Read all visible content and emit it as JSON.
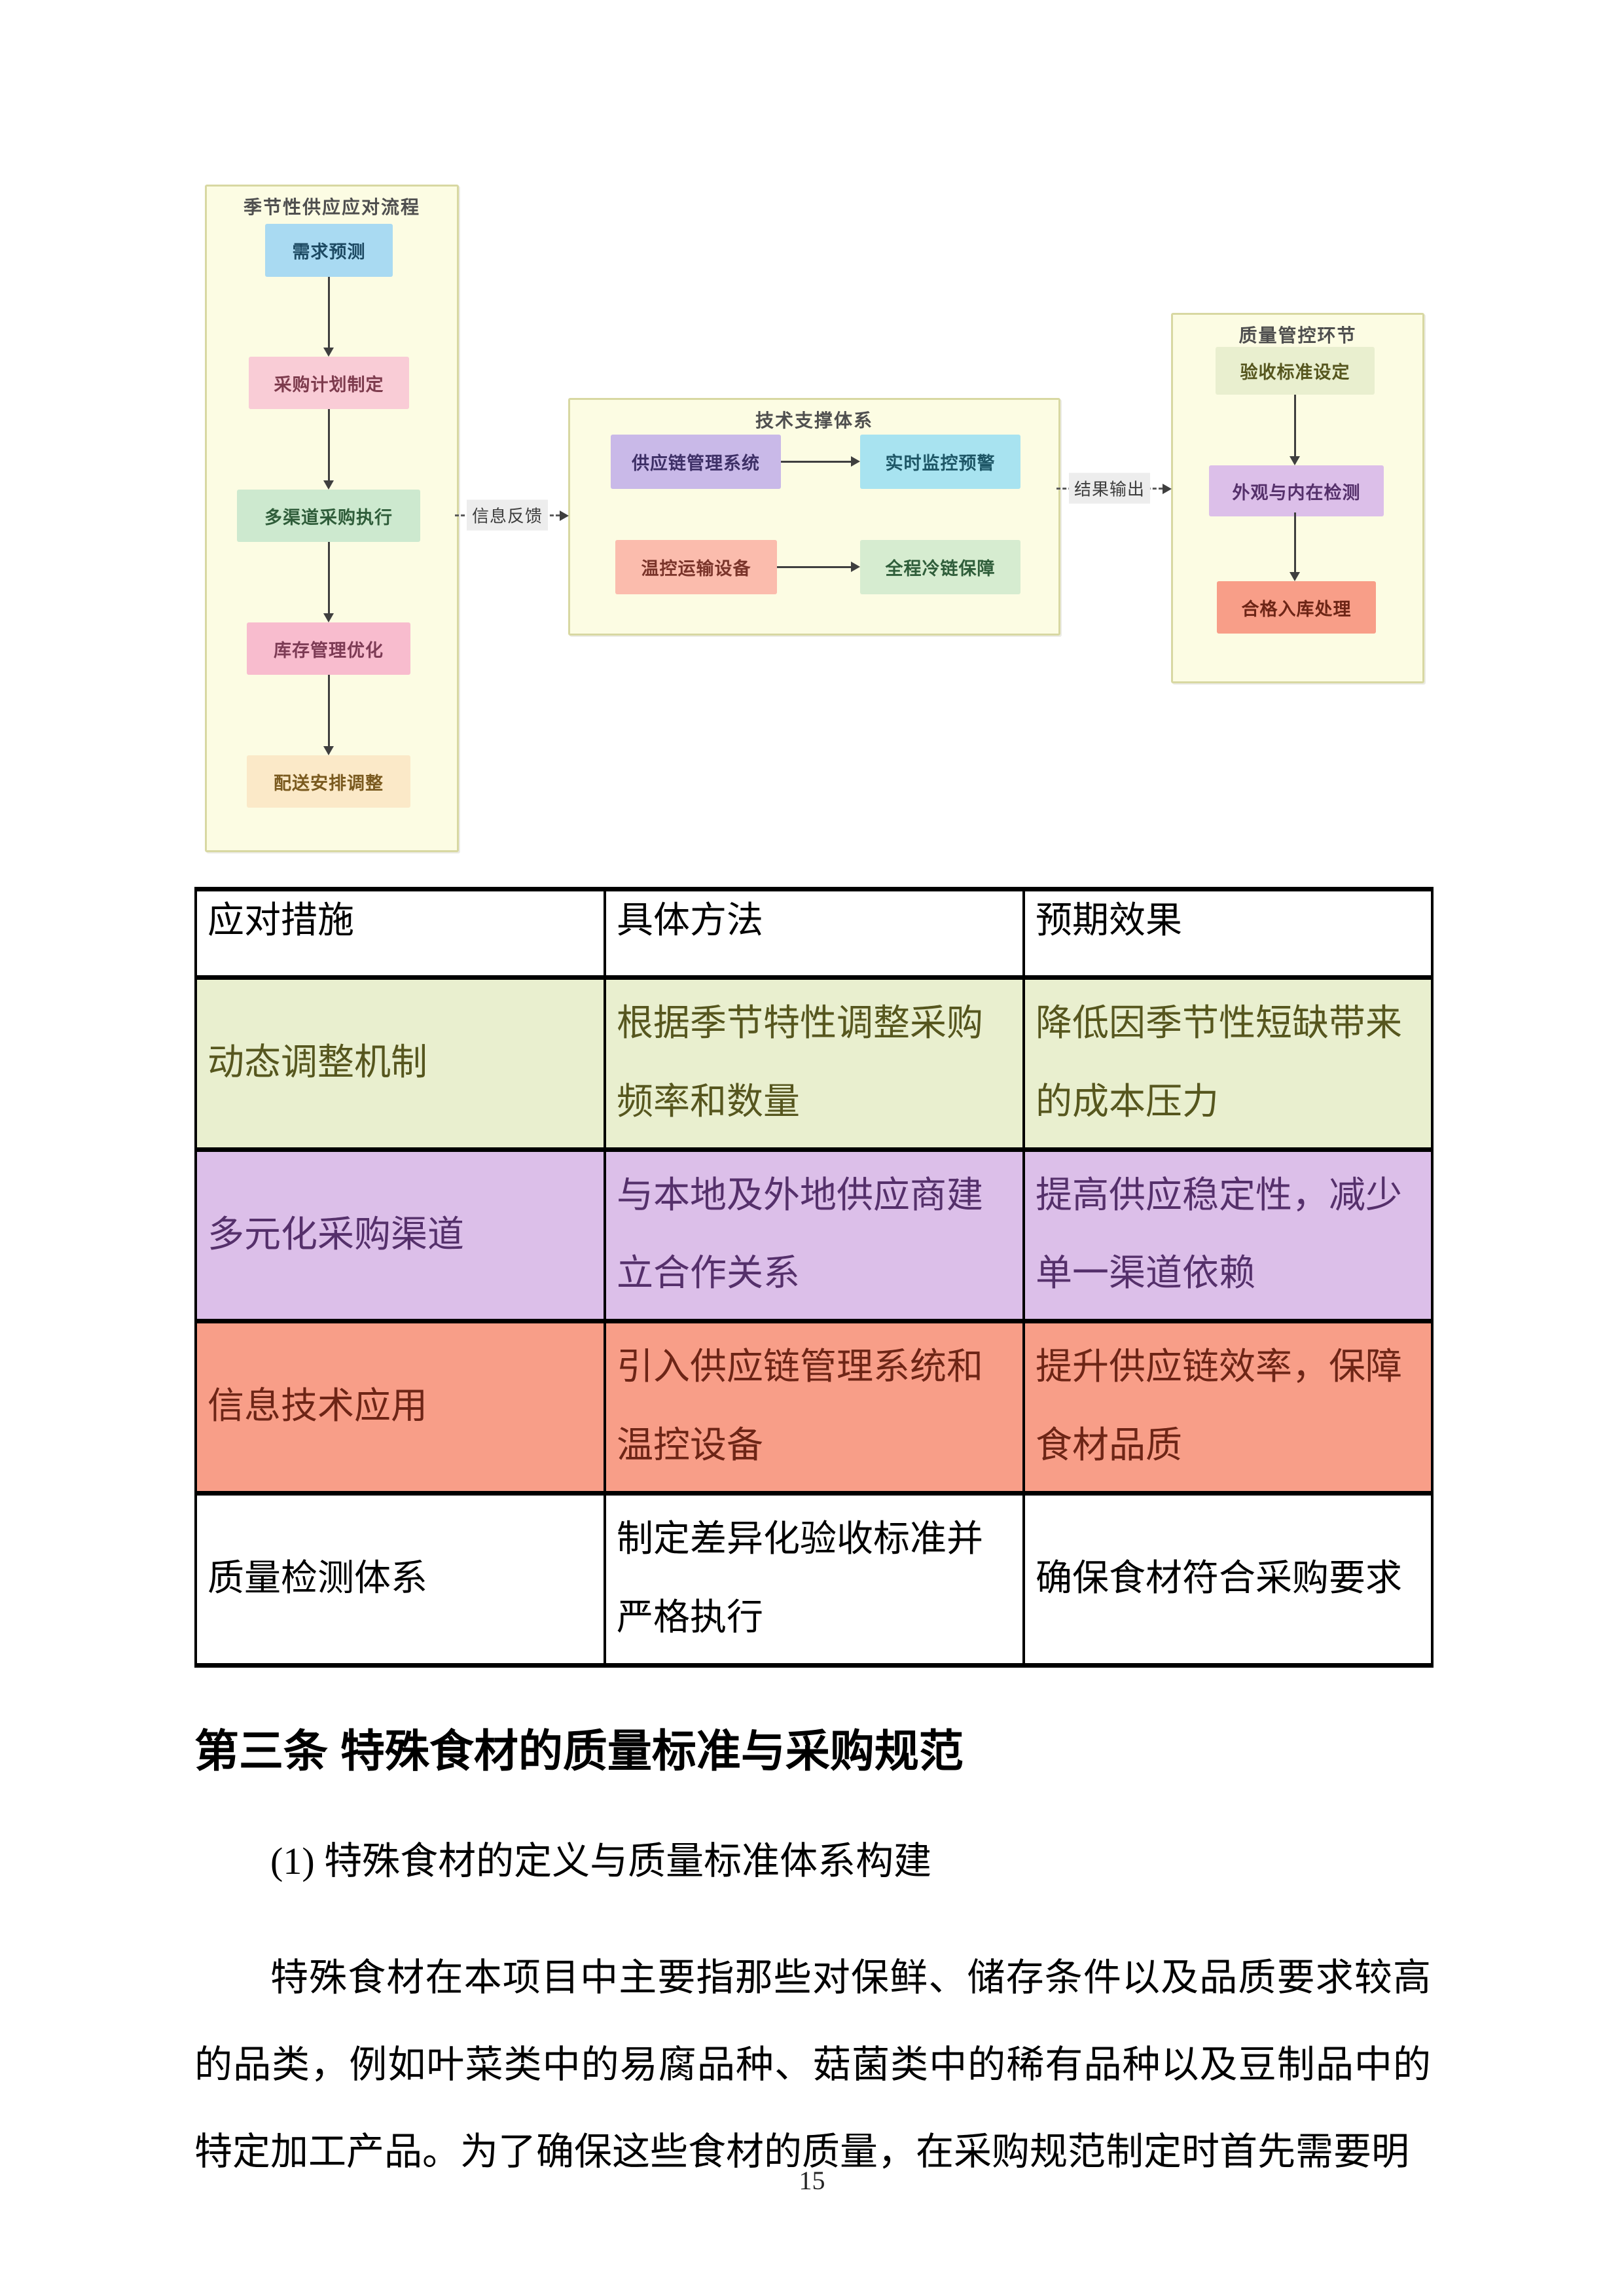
{
  "flowchart": {
    "panels": [
      {
        "title": "季节性供应应对流程",
        "boxes": [
          {
            "label": "需求预测"
          },
          {
            "label": "采购计划制定"
          },
          {
            "label": "多渠道采购执行"
          },
          {
            "label": "库存管理优化"
          },
          {
            "label": "配送安排调整"
          }
        ]
      },
      {
        "title": "技术支撑体系",
        "boxes": [
          {
            "label": "供应链管理系统"
          },
          {
            "label": "实时监控预警"
          },
          {
            "label": "温控运输设备"
          },
          {
            "label": "全程冷链保障"
          }
        ]
      },
      {
        "title": "质量管控环节",
        "boxes": [
          {
            "label": "验收标准设定"
          },
          {
            "label": "外观与内在检测"
          },
          {
            "label": "合格入库处理"
          }
        ]
      }
    ],
    "connectors": [
      {
        "label": "信息反馈"
      },
      {
        "label": "结果输出"
      }
    ]
  },
  "table": {
    "headers": [
      "应对措施",
      "具体方法",
      "预期效果"
    ],
    "rows": [
      [
        "动态调整机制",
        "根据季节特性调整采购频率和数量",
        "降低因季节性短缺带来的成本压力"
      ],
      [
        "多元化采购渠道",
        "与本地及外地供应商建立合作关系",
        "提高供应稳定性，减少单一渠道依赖"
      ],
      [
        "信息技术应用",
        "引入供应链管理系统和温控设备",
        "提升供应链效率，保障食材品质"
      ],
      [
        "质量检测体系",
        "制定差异化验收标准并严格执行",
        "确保食材符合采购要求"
      ]
    ]
  },
  "section": {
    "heading": "第三条 特殊食材的质量标准与采购规范",
    "subheading": "(1) 特殊食材的定义与质量标准体系构建",
    "paragraph": "特殊食材在本项目中主要指那些对保鲜、储存条件以及品质要求较高的品类，例如叶菜类中的易腐品种、菇菌类中的稀有品种以及豆制品中的特定加工产品。为了确保这些食材的质量，在采购规范制定时首先需要明"
  },
  "page": {
    "number": "15"
  },
  "colors": {
    "panel_bg": "#fcfce3",
    "panel_border": "#d8d8a2",
    "box_demand_forecast": "#a9daf2",
    "box_procurement_plan": "#f9ccd6",
    "box_multichannel": "#cde9cf",
    "box_inventory": "#f8bcce",
    "box_delivery": "#fbe9c8",
    "box_scm_system": "#c9b9e8",
    "box_realtime_monitor": "#a8e3f0",
    "box_temp_transport": "#fbbcad",
    "box_cold_chain": "#d6ecd0",
    "box_acceptance": "#e9efcf",
    "box_inspection": "#dcbfe9",
    "box_storage": "#f89e88",
    "connector_label_bg": "#ededed",
    "arrow": "#3f3f3f",
    "table_border": "#000000"
  }
}
